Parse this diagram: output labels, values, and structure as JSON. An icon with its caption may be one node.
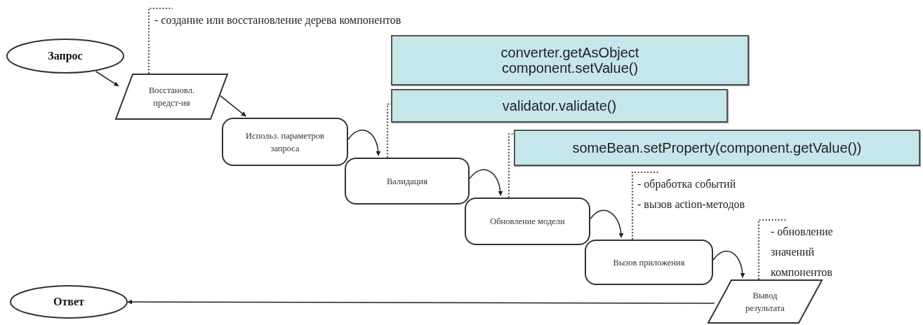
{
  "diagram": {
    "nodes": [
      {
        "text": [
          "Запрос"
        ]
      },
      {
        "text": [
          "Восстановл. предст-ия"
        ]
      },
      {
        "text": [
          "Использ. параметров запроса"
        ]
      },
      {
        "text": [
          "Валидация"
        ]
      },
      {
        "text": [
          "Обновление модели"
        ]
      },
      {
        "text": [
          "Вызов приложения"
        ]
      },
      {
        "text": [
          "Вывод результата"
        ]
      },
      {
        "text": [
          "Ответ"
        ]
      },
      {
        "text": [
          "converter.getAsObject",
          "component.setValue()"
        ]
      },
      {
        "text": [
          "validator.validate()"
        ]
      },
      {
        "text": [
          "someBean.setProperty(component.getValue())"
        ]
      },
      {
        "text": [
          "- создание или восстановление дерева компонентов"
        ]
      },
      {
        "text": [
          "- обработка событий",
          "- вызов action-методов"
        ]
      },
      {
        "text": [
          "- обновление значений компонентов"
        ]
      }
    ],
    "edges": [
      {
        "from": 0,
        "to": 1,
        "arrow": "to"
      },
      {
        "from": 1,
        "to": 2,
        "arrow": "to"
      },
      {
        "from": 2,
        "to": 3,
        "arrow": "to"
      },
      {
        "from": 3,
        "to": 4,
        "arrow": "to"
      },
      {
        "from": 4,
        "to": 5,
        "arrow": "to"
      },
      {
        "from": 5,
        "to": 6,
        "arrow": "to"
      },
      {
        "from": 6,
        "to": 7,
        "arrow": "to"
      },
      {
        "from": 1,
        "to": 11,
        "arrow": "none",
        "style": "dashed"
      },
      {
        "from": 3,
        "to": 9,
        "arrow": "none",
        "style": "dashed"
      },
      {
        "from": 4,
        "to": 10,
        "arrow": "none",
        "style": "dashed"
      },
      {
        "from": 5,
        "to": 12,
        "arrow": "none",
        "style": "dashed"
      },
      {
        "from": 6,
        "to": 13,
        "arrow": "none",
        "style": "dashed"
      }
    ]
  }
}
